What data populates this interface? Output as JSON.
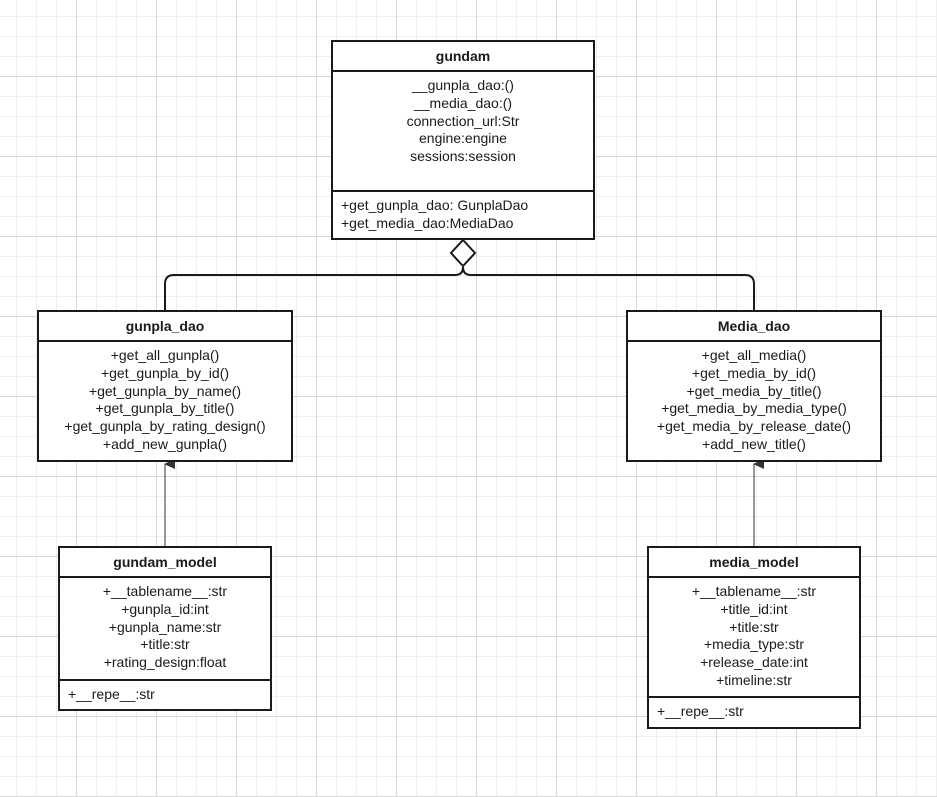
{
  "colors": {
    "stroke": "#1a1a1a",
    "arrow": "#333333",
    "box_fill": "#ffffff",
    "grid_major": "#d8d8d8",
    "grid_minor": "#efefef"
  },
  "classes": {
    "gundam": {
      "name": "gundam",
      "attributes": [
        "__gunpla_dao:()",
        "__media_dao:()",
        "connection_url:Str",
        "engine:engine",
        "sessions:session"
      ],
      "methods": [
        "+get_gunpla_dao: GunplaDao",
        "+get_media_dao:MediaDao"
      ]
    },
    "gunpla_dao": {
      "name": "gunpla_dao",
      "methods": [
        "+get_all_gunpla()",
        "+get_gunpla_by_id()",
        "+get_gunpla_by_name()",
        "+get_gunpla_by_title()",
        "+get_gunpla_by_rating_design()",
        "+add_new_gunpla()"
      ]
    },
    "media_dao": {
      "name": "Media_dao",
      "methods": [
        "+get_all_media()",
        "+get_media_by_id()",
        "+get_media_by_title()",
        "+get_media_by_media_type()",
        "+get_media_by_release_date()",
        "+add_new_title()"
      ]
    },
    "gundam_model": {
      "name": "gundam_model",
      "attributes": [
        "+__tablename__:str",
        "+gunpla_id:int",
        "+gunpla_name:str",
        "+title:str",
        "+rating_design:float"
      ],
      "methods": [
        "+__repe__:str"
      ]
    },
    "media_model": {
      "name": "media_model",
      "attributes": [
        "+__tablename__:str",
        "+title_id:int",
        "+title:str",
        "+media_type:str",
        "+release_date:int",
        "+timeline:str"
      ],
      "methods": [
        "+__repe__:str"
      ]
    }
  },
  "relationships": [
    {
      "type": "aggregation",
      "whole": "gundam",
      "part": "gunpla_dao"
    },
    {
      "type": "aggregation",
      "whole": "gundam",
      "part": "media_dao"
    },
    {
      "type": "association",
      "from": "gundam_model",
      "to": "gunpla_dao"
    },
    {
      "type": "association",
      "from": "media_model",
      "to": "media_dao"
    }
  ]
}
